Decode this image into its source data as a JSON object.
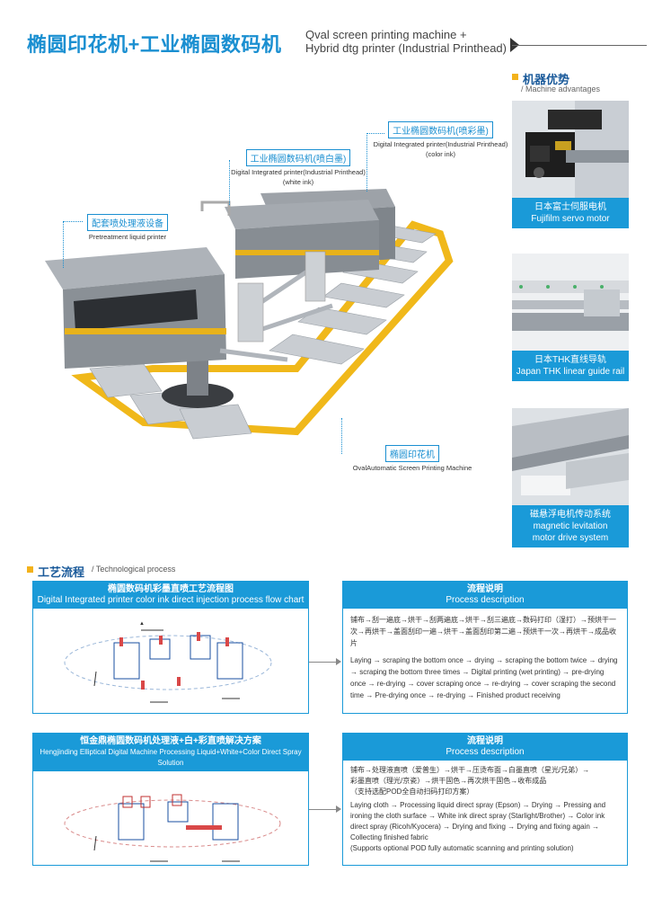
{
  "header": {
    "title_cn": "椭圆印花机+工业椭圆数码机",
    "title_en_line1": "Qval screen printing machine +",
    "title_en_line2": "Hybrid dtg printer (Industrial Printhead)"
  },
  "advantages": {
    "title_cn": "机器优势",
    "title_en": "/ Machine advantages",
    "items": [
      {
        "cn": "日本富士伺服电机",
        "en": "Fujifilm servo motor"
      },
      {
        "cn": "日本THK直线导轨",
        "en": "Japan THK linear guide rail"
      },
      {
        "cn": "磁悬浮电机传动系统",
        "en_line1": "magnetic levitation",
        "en_line2": "motor drive system"
      }
    ]
  },
  "machine": {
    "callouts": [
      {
        "cn": "工业椭圆数码机(喷彩墨)",
        "en_line1": "Digital Integrated printer(Industrial Printhead)",
        "en_line2": "(color ink)"
      },
      {
        "cn": "工业椭圆数码机(喷白墨)",
        "en_line1": "Digital Integrated printer(Industrial Printhead)",
        "en_line2": "(white ink)"
      },
      {
        "cn": "配套喷处理液设备",
        "en_line1": "Pretreatment liquid printer"
      },
      {
        "cn": "椭圆印花机",
        "en_line1": "OvalAutomatic Screen Printing Machine"
      }
    ]
  },
  "process": {
    "title_cn": "工艺流程",
    "title_en": "/ Technological process",
    "block1": {
      "chart_title_cn": "椭圆数码机彩墨直喷工艺流程图",
      "chart_title_en": "Digital Integrated printer color ink direct injection process flow chart",
      "desc_title_cn": "流程说明",
      "desc_title_en": "Process description",
      "desc_cn": "铺布→刮一遍底→烘干→刮两遍底→烘干→刮三遍底→数码打印（湿打）→预烘干一次→再烘干→盖面刮印一遍→烘干→盖面刮印第二遍→预烘干一次→再烘干→成品收片",
      "desc_en": "Laying → scraping the bottom once → drying → scraping the bottom twice → drying → scraping the bottom three times → Digital printing (wet printing) → pre-drying once → re-drying → cover scraping once → re-drying → cover scraping the second time → Pre-drying once → re-drying → Finished product receiving"
    },
    "block2": {
      "chart_title_cn": "恒金鼎椭圆数码机处理液+白+彩直喷解决方案",
      "chart_title_en": "Hengjinding Elliptical Digital Machine Processing Liquid+White+Color Direct Spray Solution",
      "desc_title_cn": "流程说明",
      "desc_title_en": "Process description",
      "desc_cn_line1": "铺布→处理液直喷（爱普生）→烘干→压烫布面→白墨直喷（星光/兄弟）→",
      "desc_cn_line2": "彩墨直喷（理光/京瓷）→烘干固色→再次烘干固色→收布成品",
      "desc_cn_line3": "（支持选配POD全自动扫码打印方案）",
      "desc_en": "Laying cloth → Processing liquid direct spray (Epson) → Drying → Pressing and ironing the cloth surface → White ink direct spray (Starlight/Brother) → Color ink direct spray (Ricoh/Kyocera) → Drying and fixing → Drying and fixing again → Collecting finished fabric",
      "desc_en_note": "(Supports optional POD fully automatic scanning and printing solution)"
    }
  }
}
